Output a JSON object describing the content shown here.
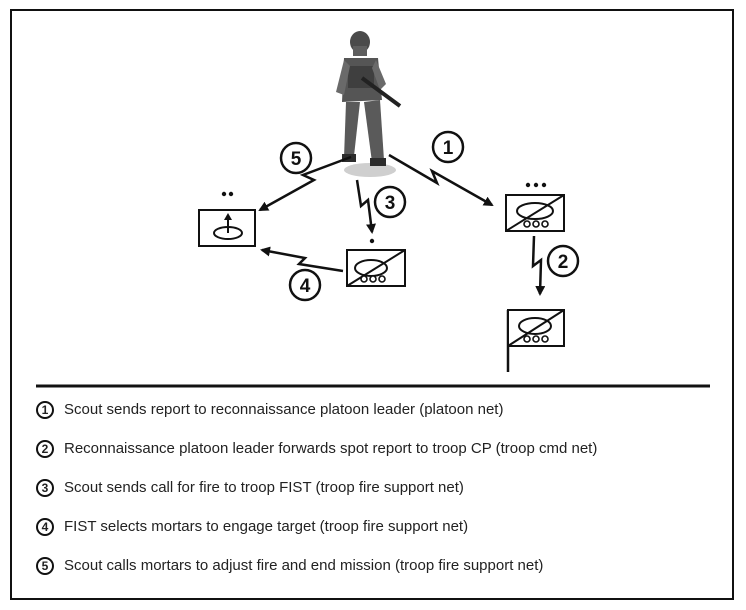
{
  "diagram": {
    "step_markers": [
      "1",
      "2",
      "3",
      "4",
      "5"
    ],
    "nodes": {
      "scout": "scout soldier figure",
      "platoon_leader": "reconnaissance platoon leader vehicle symbol",
      "troop_cp": "troop CP vehicle symbol with flag",
      "fist": "FIST vehicle symbol",
      "mortars": "mortar section symbol"
    }
  },
  "legend": [
    {
      "num": "1",
      "text": "Scout sends report to reconnaissance platoon leader (platoon net)"
    },
    {
      "num": "2",
      "text": "Reconnaissance platoon leader forwards spot report to troop CP (troop cmd net)"
    },
    {
      "num": "3",
      "text": "Scout sends call for fire to troop FIST (troop fire support net)"
    },
    {
      "num": "4",
      "text": "FIST selects mortars to engage target (troop fire support net)"
    },
    {
      "num": "5",
      "text": "Scout calls mortars to adjust fire and end mission (troop fire support net)"
    }
  ],
  "colors": {
    "line": "#111111",
    "soldier_dark": "#3a3a3a",
    "soldier_mid": "#6b6b6b"
  }
}
